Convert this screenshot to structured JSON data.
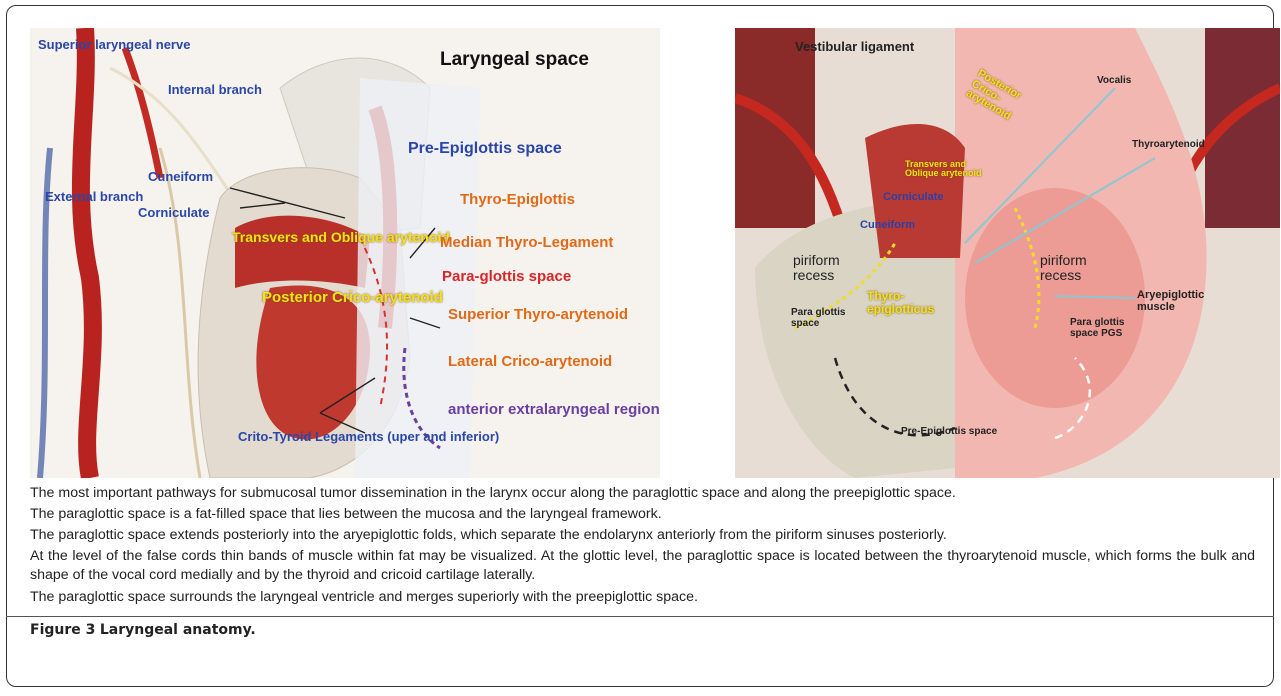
{
  "left_figure": {
    "title": "Laryngeal space",
    "labels": {
      "superior_laryngeal_nerve": "Superior laryngeal nerve",
      "internal_branch": "Internal branch",
      "external_branch": "External branch",
      "cuneiform": "Cuneiform",
      "corniculate": "Corniculate",
      "transvers_oblique": "Transvers and Oblique arytenoid",
      "posterior_crico": "Posterior Crico-arytenoid",
      "pre_epiglottis_space": "Pre-Epiglottis space",
      "thyro_epiglottis": "Thyro-Epiglottis",
      "median_thyro": "Median Thyro-Legament",
      "para_glottis_space": "Para-glottis space",
      "superior_thyro": "Superior Thyro-arytenoid",
      "lateral_crico": "Lateral Crico-arytenoid",
      "anterior_region": "anterior extralaryngeal region",
      "crito_tyroid": "Crito-Tyroid Legaments (uper and inferior)"
    }
  },
  "right_figure": {
    "labels": {
      "vestibular_ligament": "Vestibular ligament",
      "vocalis": "Vocalis",
      "posterior_crico": "Posterior Crico-arytenoid",
      "thyroarytenoid": "Thyroarytenoid",
      "transvers_oblique": "Transvers and Oblique arytenoid",
      "corniculate": "Corniculate",
      "cuneiform": "Cuneiform",
      "piriform_left": "piriform recess",
      "piriform_right": "piriform recess",
      "thyro_epiglotticus": "Thyro-epiglotticus",
      "para_glottis_space": "Para glottis space",
      "aryepiglottic": "Aryepiglottic muscle",
      "para_glottis_pgs": "Para glottis space PGS",
      "pre_epiglottis": "Pre-Epiglottis space"
    }
  },
  "text": {
    "p1": "The most important pathways for submucosal tumor dissemination in the larynx occur  along the paraglottic space and  along the preepiglottic space.",
    "p2": "The paraglottic space is a fat-filled space that lies between the mucosa and the laryngeal framework.",
    "p3": "The paraglottic space extends posteriorly into the aryepiglottic folds, which separate the endolarynx anteriorly from the piriform sinuses posteriorly.",
    "p4": "At the level of the false cords thin bands of muscle within fat may be visualized. At the glottic level, the paraglottic space is located between the thyroarytenoid muscle, which forms the bulk and shape of the vocal cord medially and by the thyroid and cricoid cartilage laterally.",
    "p5": "The paraglottic space surrounds the laryngeal ventricle and merges superiorly with the preepiglottic space."
  },
  "caption": {
    "figure_number": "Figure 3",
    "title": "Laryngeal anatomy."
  }
}
